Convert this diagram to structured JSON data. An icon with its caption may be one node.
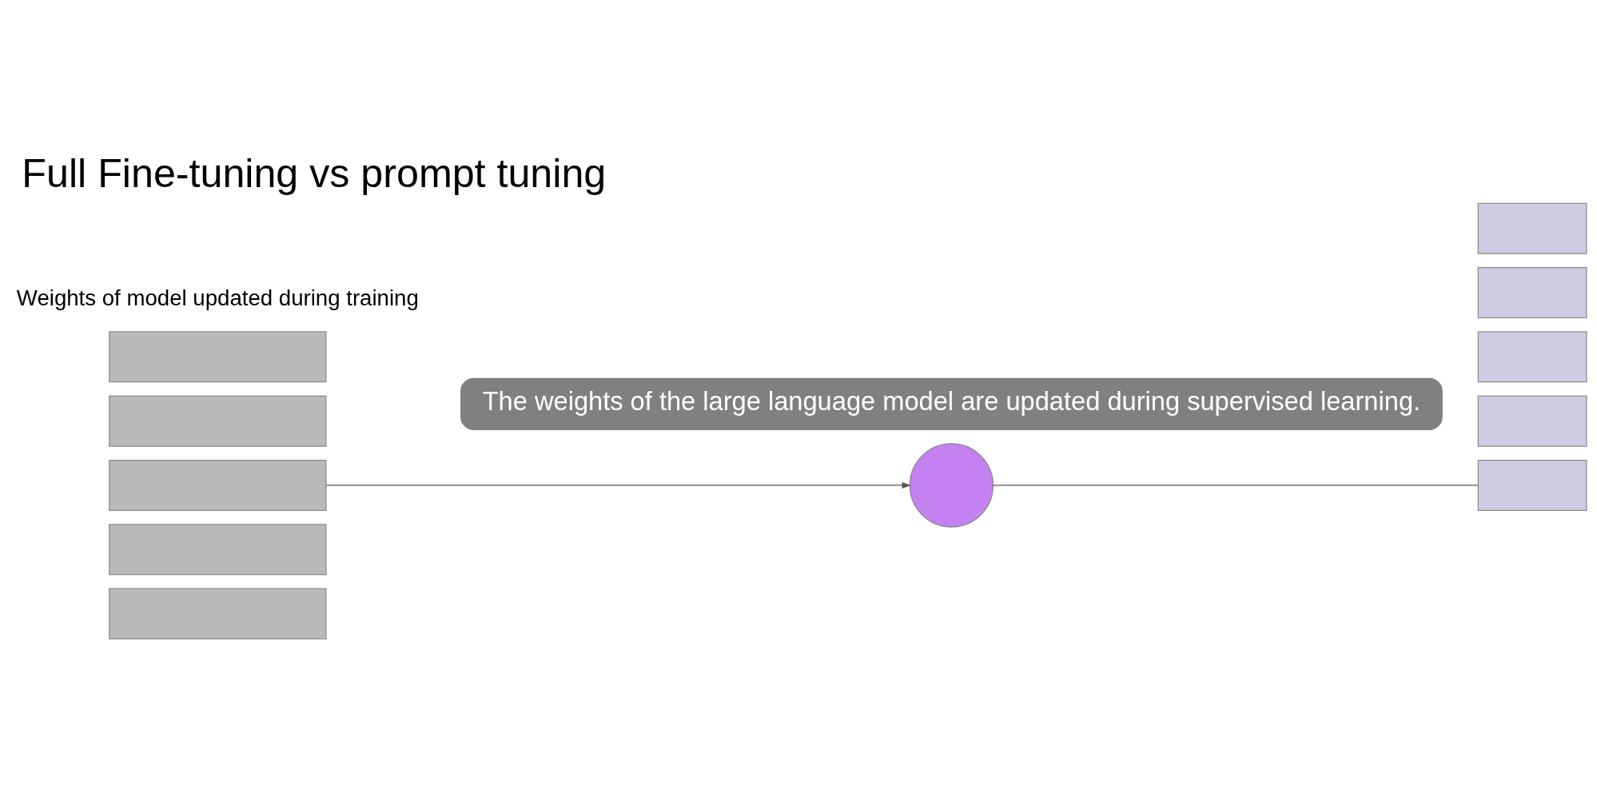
{
  "diagram": {
    "title": "Full Fine-tuning vs prompt tuning",
    "caption": "The weights of the large language model are updated during supervised learning.",
    "nodes": [
      {
        "text": [],
        "shape": "box"
      },
      {
        "text": [],
        "shape": "box"
      },
      {
        "text": [],
        "shape": "box"
      },
      {
        "text": [],
        "shape": "box"
      },
      {
        "text": [],
        "shape": "box"
      },
      {
        "text": [],
        "shape": "circle"
      },
      {
        "text": [],
        "shape": "box"
      },
      {
        "text": [],
        "shape": "box"
      },
      {
        "text": [],
        "shape": "box"
      },
      {
        "text": [],
        "shape": "box"
      },
      {
        "text": [],
        "shape": "box"
      }
    ],
    "edges": [
      {
        "from": 2,
        "to": 5,
        "arrow": "to"
      },
      {
        "from": 5,
        "to": 8,
        "arrow": "none"
      }
    ],
    "labels": [
      "Weights of model updated during training"
    ]
  }
}
